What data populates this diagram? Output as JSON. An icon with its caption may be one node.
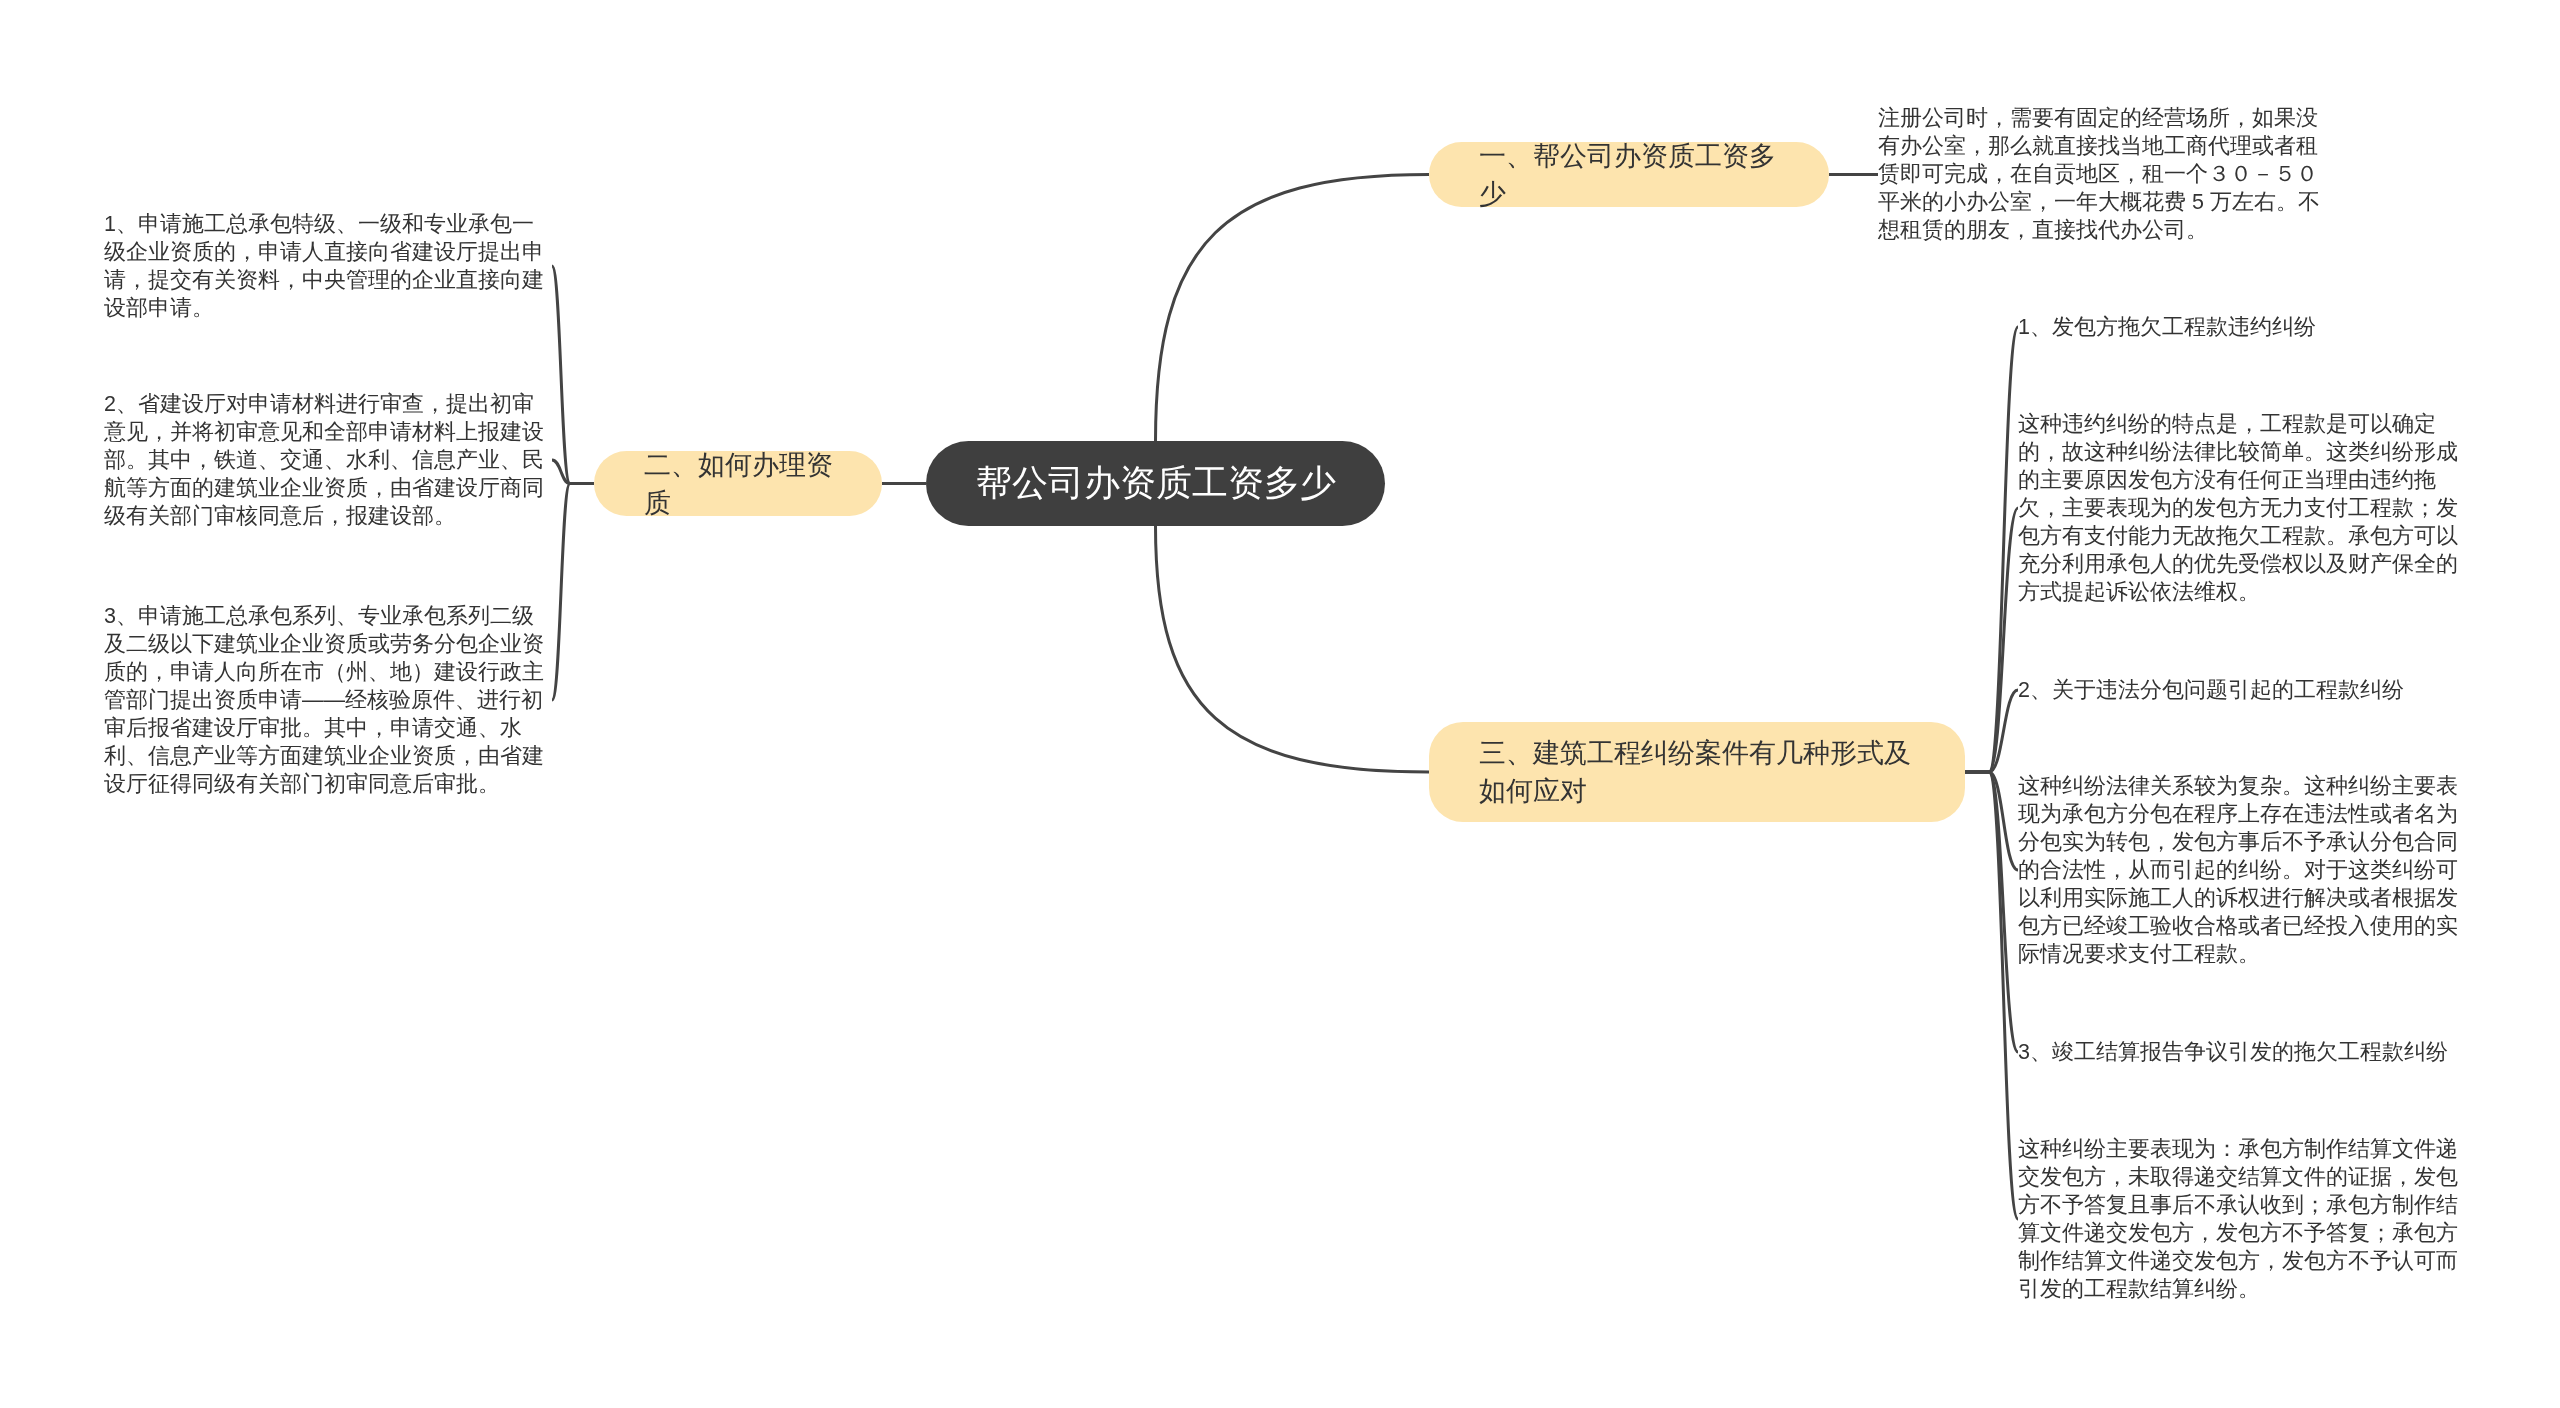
{
  "diagram": {
    "nodes": [
      {
        "text": [
          "帮公司办资质工资多少"
        ]
      },
      {
        "text": [
          "一、帮公司办资质工资多少"
        ]
      },
      {
        "text": [
          "注册公司时，需要有固定的经营场所，如果没有办公室，那么就直接找当地工商代理或者租赁即可完成，在自贡地区，租一个３０－５０平米的小办公室，一年大概花费 5 万左右。不想租赁的朋友，直接找代办公司。"
        ]
      },
      {
        "text": [
          "二、如何办理资质"
        ]
      },
      {
        "text": [
          "1、申请施工总承包特级、一级和专业承包一级企业资质的，申请人直接向省建设厅提出申请，提交有关资料，中央管理的企业直接向建设部申请。"
        ]
      },
      {
        "text": [
          "2、省建设厅对申请材料进行审查，提出初审意见，并将初审意见和全部申请材料上报建设部。其中，铁道、交通、水利、信息产业、民航等方面的建筑业企业资质，由省建设厅商同级有关部门审核同意后，报建设部。"
        ]
      },
      {
        "text": [
          "3、申请施工总承包系列、专业承包系列二级及二级以下建筑业企业资质或劳务分包企业资质的，申请人向所在市（州、地）建设行政主管部门提出资质申请——经核验原件、进行初审后报省建设厅审批。其中，申请交通、水利、信息产业等方面建筑业企业资质，由省建设厅征得同级有关部门初审同意后审批。"
        ]
      },
      {
        "text": [
          "三、建筑工程纠纷案件有几种形式及如何应对"
        ]
      },
      {
        "text": [
          "1、发包方拖欠工程款违约纠纷"
        ]
      },
      {
        "text": [
          "这种违约纠纷的特点是，工程款是可以确定的，故这种纠纷法律比较简单。这类纠纷形成的主要原因发包方没有任何正当理由违约拖欠，主要表现为的发包方无力支付工程款；发包方有支付能力无故拖欠工程款。承包方可以充分利用承包人的优先受偿权以及财产保全的方式提起诉讼依法维权。"
        ]
      },
      {
        "text": [
          "2、关于违法分包问题引起的工程款纠纷"
        ]
      },
      {
        "text": [
          "这种纠纷法律关系较为复杂。这种纠纷主要表现为承包方分包在程序上存在违法性或者名为分包实为转包，发包方事后不予承认分包合同的合法性，从而引起的纠纷。对于这类纠纷可以利用实际施工人的诉权进行解决或者根据发包方已经竣工验收合格或者已经投入使用的实际情况要求支付工程款。"
        ]
      },
      {
        "text": [
          "3、竣工结算报告争议引发的拖欠工程款纠纷"
        ]
      },
      {
        "text": [
          "这种纠纷主要表现为：承包方制作结算文件递交发包方，未取得递交结算文件的证据，发包方不予答复且事后不承认收到；承包方制作结算文件递交发包方，发包方不予答复；承包方制作结算文件递交发包方，发包方不予认可而引发的工程款结算纠纷。"
        ]
      }
    ],
    "edges": [
      {
        "from": 0,
        "to": 1,
        "arrow": "none"
      },
      {
        "from": 1,
        "to": 2,
        "arrow": "none"
      },
      {
        "from": 0,
        "to": 3,
        "arrow": "none"
      },
      {
        "from": 3,
        "to": 4,
        "arrow": "none"
      },
      {
        "from": 3,
        "to": 5,
        "arrow": "none"
      },
      {
        "from": 3,
        "to": 6,
        "arrow": "none"
      },
      {
        "from": 0,
        "to": 7,
        "arrow": "none"
      },
      {
        "from": 7,
        "to": 8,
        "arrow": "none"
      },
      {
        "from": 7,
        "to": 9,
        "arrow": "none"
      },
      {
        "from": 7,
        "to": 10,
        "arrow": "none"
      },
      {
        "from": 7,
        "to": 11,
        "arrow": "none"
      },
      {
        "from": 7,
        "to": 12,
        "arrow": "none"
      },
      {
        "from": 7,
        "to": 13,
        "arrow": "none"
      }
    ]
  }
}
